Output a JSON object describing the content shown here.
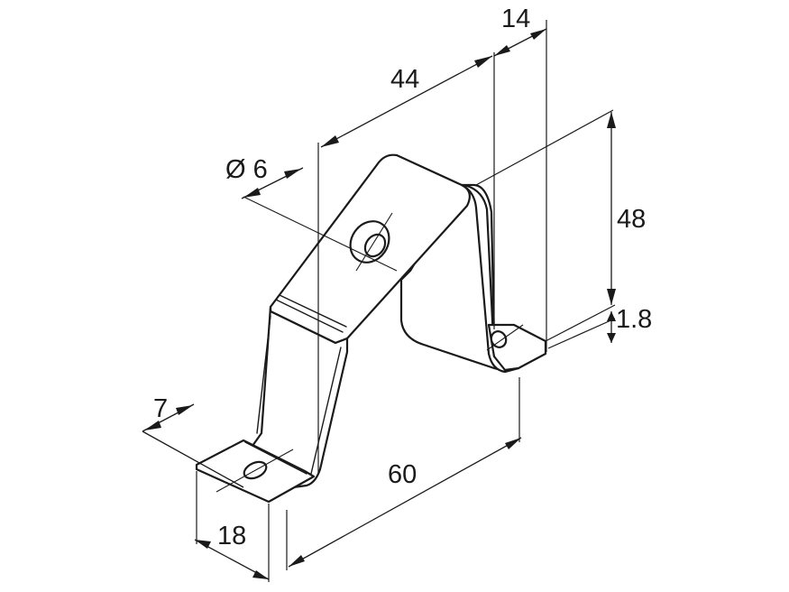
{
  "drawing": {
    "part": "bent sheet-metal mounting bracket",
    "line_color": "#1a1a1a",
    "background_color": "#ffffff",
    "dimensions": {
      "hole_diameter": "Ø 6",
      "top_length": "44",
      "top_offset": "14",
      "height": "48",
      "thickness": "1.8",
      "foot_hole_offset": "7",
      "foot_width": "18",
      "overall_length": "60"
    }
  }
}
